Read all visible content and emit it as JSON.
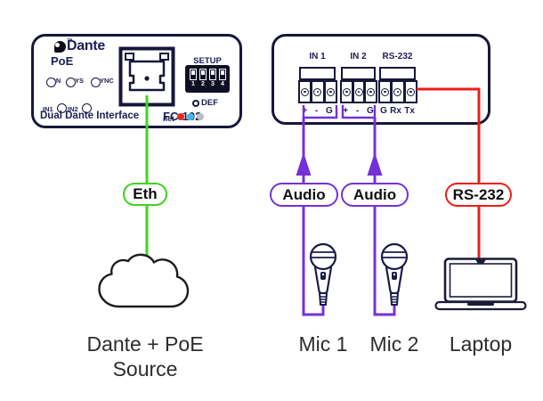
{
  "colors": {
    "green": "#3fd41e",
    "purple": "#7431da",
    "red": "#ef1d16",
    "ink": "#17173a",
    "navy": "#1e1e55",
    "text": "#2d2d2d",
    "dot_red": "#e82a1f",
    "dot_cyan": "#3fb7e8",
    "dot_gray": "#b9bfc1"
  },
  "device_left": {
    "brand": "Dante",
    "trademark": "™",
    "poe_label": "PoE",
    "leds_row1": [
      "ON",
      "SYS",
      "SYNC"
    ],
    "leds_row2": [
      "IN1",
      "IN2"
    ],
    "setup_label": "SETUP",
    "dip_numbers": [
      "1",
      "2",
      "3",
      "4"
    ],
    "def_label": "DEF",
    "subtitle": "Dual Dante Interface",
    "model": "FC-102",
    "model_suffix": "net"
  },
  "device_right": {
    "ports": [
      {
        "label": "IN 1",
        "pins": "+ - G"
      },
      {
        "label": "IN 2",
        "pins": "+ - G"
      },
      {
        "label": "RS-232",
        "pins": "G Rx Tx"
      }
    ]
  },
  "connections": {
    "eth_tag": "Eth",
    "audio_tag_1": "Audio",
    "audio_tag_2": "Audio",
    "rs232_tag": "RS-232"
  },
  "endpoints": {
    "source_label_line1": "Dante + PoE",
    "source_label_line2": "Source",
    "mic1_label": "Mic 1",
    "mic2_label": "Mic 2",
    "laptop_label": "Laptop"
  }
}
